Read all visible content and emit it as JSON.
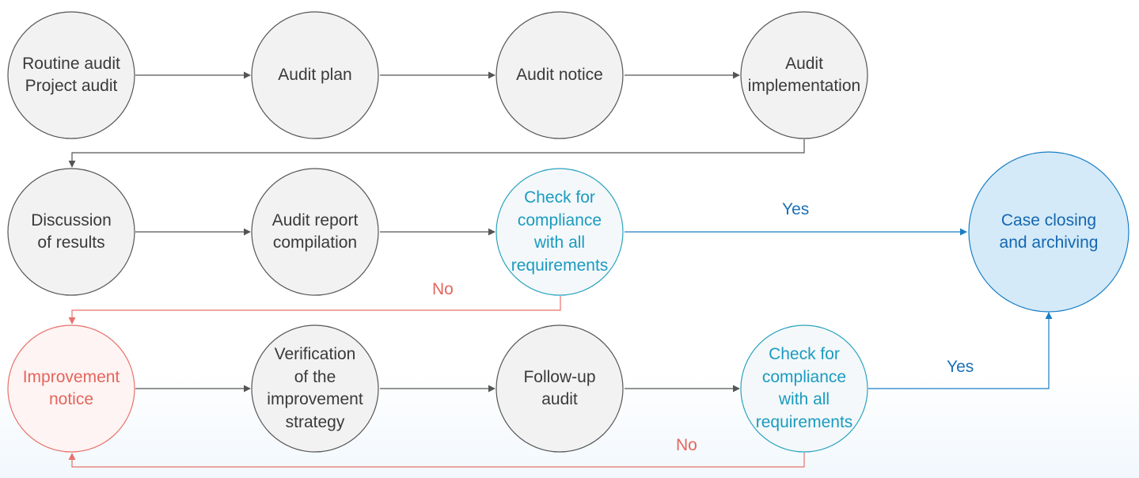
{
  "colors": {
    "node_fill": "#f2f2f2",
    "node_stroke": "#555555",
    "node_text": "#3a3a3a",
    "arrow": "#555555",
    "check_stroke": "#2aa3bf",
    "check_text": "#1a9bc0",
    "check_fill": "#f4f8fa",
    "improvement_stroke": "#e8716b",
    "improvement_text": "#e5655c",
    "improvement_fill": "#fdf4f3",
    "final_stroke": "#1a7ec4",
    "final_fill": "#d4eaf8",
    "final_text": "#1467b0",
    "yes_line": "#1a7ec4",
    "yes_text": "#1a6fb8",
    "no_line": "#e8716b",
    "no_text": "#e5655c"
  },
  "nodes": {
    "routine_audit": "Routine audit\nProject audit",
    "audit_plan": "Audit plan",
    "audit_notice": "Audit notice",
    "audit_implementation": "Audit\nimplementation",
    "discussion_of_results": "Discussion\nof results",
    "audit_report_compilation": "Audit report\ncompilation",
    "check_compliance_1": "Check for\ncompliance\nwith all\nrequirements",
    "case_closing": "Case closing\nand archiving",
    "improvement_notice": "Improvement\nnotice",
    "verification_strategy": "Verification\nof the\nimprovement\nstrategy",
    "follow_up_audit": "Follow-up\naudit",
    "check_compliance_2": "Check for\ncompliance\nwith all\nrequirements"
  },
  "edge_labels": {
    "yes_1": "Yes",
    "no_1": "No",
    "yes_2": "Yes",
    "no_2": "No"
  }
}
